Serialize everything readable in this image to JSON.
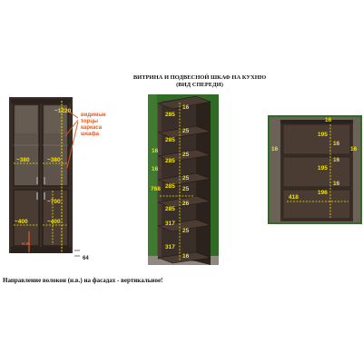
{
  "title": {
    "line1": "ВИТРИНА И ПОДВЕСНОЙ ШКАФ НА КУХНЮ",
    "line2": "(ВИД СПЕРЕДИ)"
  },
  "left_cabinet": {
    "height_label": "~1220",
    "note_lines": [
      "видимые",
      "торцы",
      "каркаса",
      "шкафа"
    ],
    "glass_width_left": "~380",
    "glass_width_right": "~380",
    "lower_height": "~700",
    "door_width_left": "~400",
    "door_width_right": "~400",
    "grain_label": "н.в.",
    "plinth": "64"
  },
  "middle_cabinet": {
    "side_thickness": [
      "16",
      "16"
    ],
    "shelf_thicknesses": [
      "25",
      "25",
      "25",
      "25",
      "26",
      "25",
      "16"
    ],
    "shelf_spacings": [
      "285",
      "285",
      "285",
      "285",
      "285",
      "317",
      "317"
    ],
    "left_values": [
      "16",
      "16"
    ],
    "depth": "768"
  },
  "right_cabinet": {
    "side_thickness_top": "16",
    "side_left": "16",
    "side_right": "16",
    "cell_heights": [
      "195",
      "195",
      "196"
    ],
    "shelf_thickness": [
      "16",
      "16",
      "16"
    ],
    "width": "418"
  },
  "footer": {
    "text": "Направление волокон (н.в.) на фасадах - вертикальное!"
  },
  "colors": {
    "wood_dark": "#3a2e28",
    "wood_mid": "#4a3b33",
    "glass": "#5e544b",
    "dimension": "#f4e400",
    "note": "#e35b1f",
    "floor_green": "#2f6b25"
  }
}
